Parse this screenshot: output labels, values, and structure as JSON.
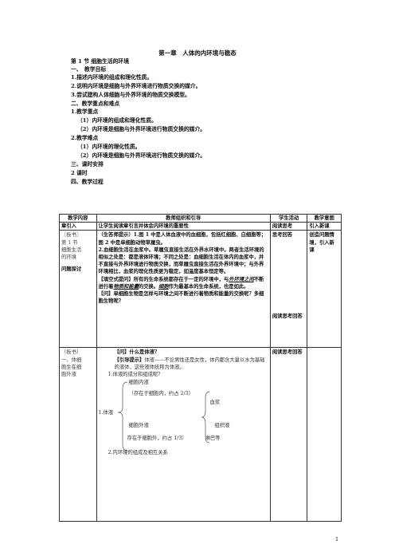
{
  "title": "第一章　人体的内环境与稳态",
  "section": "第 1 节 细胞生活的环境",
  "h1": "一、　教学目标",
  "goals": [
    "1.描述内环境的组成和理化性质。",
    "2.说明内环境是细胞与外界环境进行物质交换的媒介。",
    "3.尝试建构人体细胞与外界环境的物质交换模型。"
  ],
  "h2": "二、教学重点和难点",
  "key_title": "1.教学重点",
  "key_items": [
    "（1）内环境的组成和理化性质。",
    "（2）内环境是细胞与外界环境进行物质交换的媒介。"
  ],
  "diff_title": "2.教学难点",
  "diff_items": [
    "（1）内环境的理化性质。",
    "（2）内环境是细胞与外界环境进行物质交换的媒介。"
  ],
  "h3": "三、课时安排",
  "hours": "2 课时",
  "h4": "四、教学过程",
  "table": {
    "headers": [
      "教学内容",
      "教师组织和引导",
      "学生活动",
      "教学意图"
    ],
    "intro": [
      "章引入",
      "让学生阅读章引言并体会内环境的重要性",
      "阅读思考",
      "引入新课"
    ],
    "r2": {
      "c1_board": "〖板书〗",
      "c1_lines": [
        "第 1 节",
        "细胞生活",
        "的环境"
      ],
      "c1_q": "问题探讨",
      "p1": "（生答师提示）1.图 1 中是人体血液中的血细胞，包括红细胞、白细胞等；图 2 中是单细胞动物草履虫。",
      "p2": "2.血细胞生活在血浆中。草履虫直接生活在外界水环境中。两者生活环境的相似之处是：都是液体环境；不同之处是：血细胞生活在体内的血浆中，并不直接与外界环境进行物质交换，而草履虫直接生活在外界环境中；与外界环境相比，血浆的理化性质更为稳定，如温度基本恒定等。",
      "p3a": "【填空式提问】所有的生命系统都存在于一定的环境中，与",
      "p3b": "外环境之间",
      "p3c": "不断进行着",
      "p3d": "物质和能量",
      "p3e": "的交换。",
      "p3f": "细胞",
      "p3g": "作为最基本的生命系统，也是如此。",
      "p4": "【问】单细胞生物是怎样与环境之间不断进行着物质和能量的交换呢？多细胞生物呢？",
      "c3a": "思考回答",
      "c3b": "阅读思考回答",
      "c4": "创造问题情境，引入新课"
    },
    "r3": {
      "c1_board": "〔板书〕",
      "c1_lines": [
        "一、体细",
        "胞生在细",
        "胞外液"
      ],
      "q": "【问】什么是体液？",
      "hint_label": "【引导提示】",
      "hint_text": "体液——不论男性还是女性，体内都含大量以水为基础的液体，这些液体统称为体液。",
      "t1": "1.体液的成分和组成呢？",
      "tree_intra": "细胞内液",
      "tree_intra_note": "（存在于细胞内，约占 2/3）",
      "tree_root": "1.体液",
      "tree_extra": "细胞外液",
      "tree_extra_note": "存在于细胞外，约占 1/3）",
      "tree_plasma": "血浆",
      "tree_tissue": "组织液",
      "tree_lymph": "淋巴等",
      "t2": "2.内环境的组成及相互关系",
      "c3": "阅读思考回答"
    }
  },
  "page_number": "1"
}
